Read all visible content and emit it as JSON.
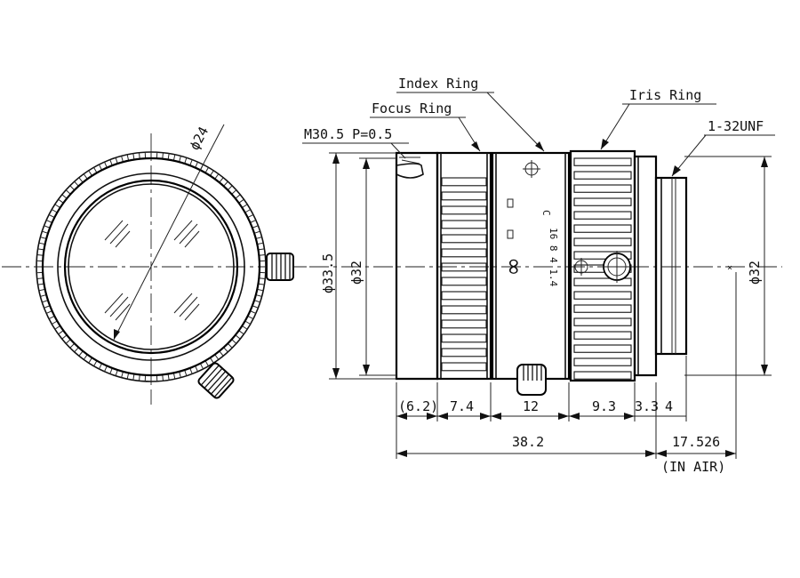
{
  "callouts": {
    "index_ring": "Index Ring",
    "focus_ring": "Focus Ring",
    "iris_ring": "Iris Ring",
    "mount_unf": "1-32UNF",
    "filter_thread": "M30.5 P=0.5"
  },
  "front_view": {
    "diameter": "ϕ24"
  },
  "side_view": {
    "diameters": {
      "outer": "ϕ33.5",
      "inner": "ϕ32",
      "rear": "ϕ32"
    },
    "segment_dims": [
      "(6.2)",
      "7.4",
      "12",
      "9.3",
      "3.3",
      "4"
    ],
    "total_length": "38.2",
    "flange_back": "17.526",
    "flange_back_note": "(IN AIR)"
  },
  "scales": {
    "focus_marks": "∞",
    "iris_letter": "C",
    "iris_scale": "16  8  4  1.4"
  }
}
